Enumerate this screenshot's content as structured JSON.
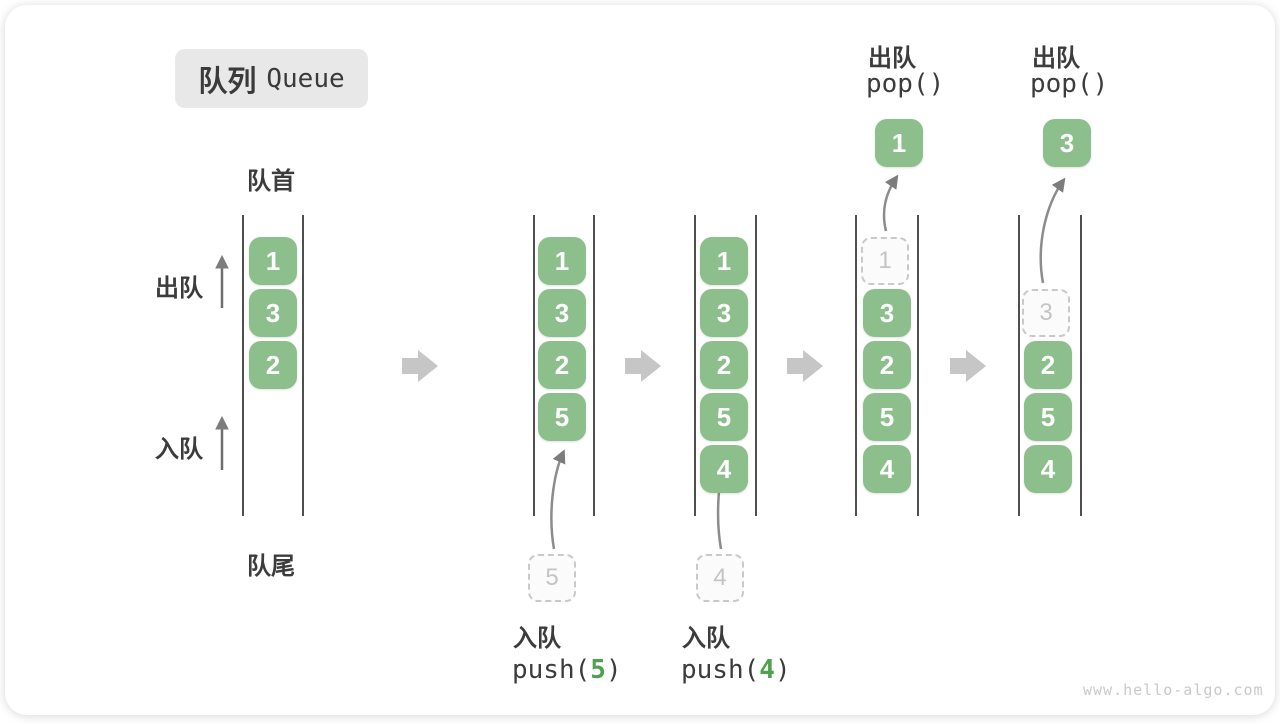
{
  "title": {
    "zh": "队列",
    "en": "Queue"
  },
  "labels": {
    "front": "队首",
    "rear": "队尾",
    "dequeue_side": "出队",
    "enqueue_side": "入队"
  },
  "operations": {
    "push5": {
      "label": "入队",
      "fn": "push(",
      "arg": "5",
      "close": ")"
    },
    "push4": {
      "label": "入队",
      "fn": "push(",
      "arg": "4",
      "close": ")"
    },
    "pop1": {
      "label": "出队",
      "fn": "pop()"
    },
    "pop2": {
      "label": "出队",
      "fn": "pop()"
    }
  },
  "states": [
    {
      "boxes": [
        "1",
        "3",
        "2"
      ]
    },
    {
      "boxes": [
        "1",
        "3",
        "2",
        "5"
      ],
      "incoming": "5"
    },
    {
      "boxes": [
        "1",
        "3",
        "2",
        "5",
        "4"
      ],
      "incoming": "4"
    },
    {
      "boxes": [
        "3",
        "2",
        "5",
        "4"
      ],
      "removed": "1",
      "popped": "1"
    },
    {
      "boxes": [
        "2",
        "5",
        "4"
      ],
      "removed": "3",
      "popped": "3"
    }
  ],
  "watermark": "www.hello-algo.com",
  "colors": {
    "box_green": "#8cbf8c",
    "accent_green": "#4fa14f",
    "block_arrow_gray": "#c6c6c6",
    "line_gray": "#8c8c8c",
    "text": "#3c3c3c"
  }
}
